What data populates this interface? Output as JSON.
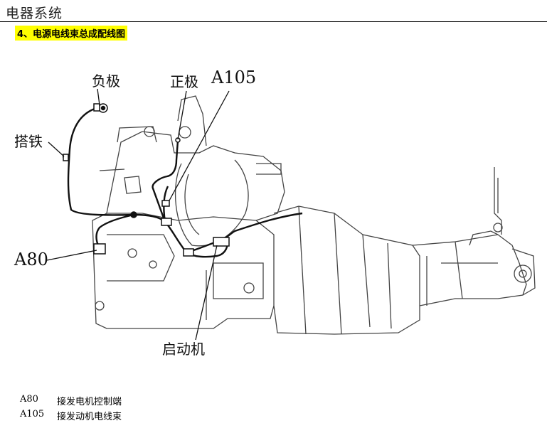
{
  "header": {
    "title": "电器系统"
  },
  "section": {
    "heading": "4、电源电线束总成配线图"
  },
  "callouts": {
    "negative": "负极",
    "positive": "正极",
    "a105": "A105",
    "ground": "搭铁",
    "a80": "A80",
    "starter": "启动机"
  },
  "legend": [
    {
      "code": "A80",
      "desc": "接发电机控制端"
    },
    {
      "code": "A105",
      "desc": "接发动机电线束"
    }
  ]
}
